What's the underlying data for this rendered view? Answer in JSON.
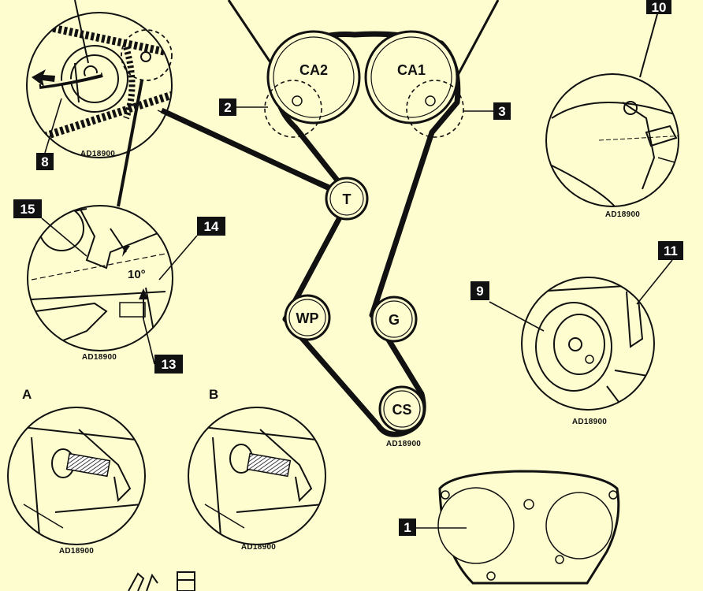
{
  "colors": {
    "background": "#fdfdcf",
    "ink": "#111111",
    "belt": "#111111"
  },
  "pulleys": {
    "ca2": "CA2",
    "ca1": "CA1",
    "tensioner": "T",
    "water_pump": "WP",
    "guide": "G",
    "crankshaft": "CS"
  },
  "callouts": {
    "n1": "1",
    "n2": "2",
    "n3": "3",
    "n8": "8",
    "n9": "9",
    "n10": "10",
    "n11": "11",
    "n13": "13",
    "n14": "14",
    "n15": "15"
  },
  "detail_labels": {
    "a": "A",
    "b": "B"
  },
  "angle": "10°",
  "image_codes": {
    "top_left": "AD18900",
    "top_right": "AD18900",
    "middle_left": "AD18900",
    "center": "AD18900",
    "right_tensioner": "AD18900",
    "detail_a": "AD18900",
    "detail_b": "AD18900"
  },
  "icons": [
    "arrow-icon",
    "tool-pin-icon"
  ]
}
